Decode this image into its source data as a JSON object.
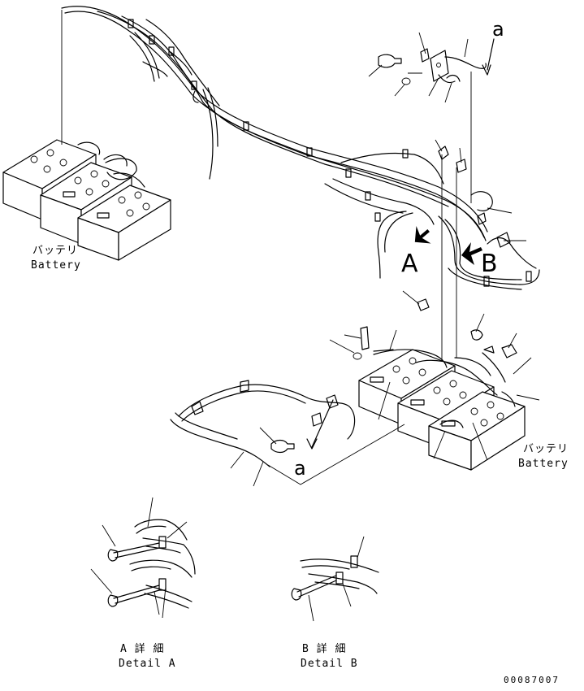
{
  "labels": {
    "battery_left_jp": "バッテリ",
    "battery_left_en": "Battery",
    "battery_right_jp": "バッテリ",
    "battery_right_en": "Battery",
    "view_a": "A",
    "view_b": "B",
    "ref_a_top": "a",
    "ref_a_bottom": "a",
    "detail_a_jp": "A 詳 細",
    "detail_a_en": "Detail A",
    "detail_b_jp": "B 詳 細",
    "detail_b_en": "Detail B",
    "drawing_number": "00087007"
  }
}
